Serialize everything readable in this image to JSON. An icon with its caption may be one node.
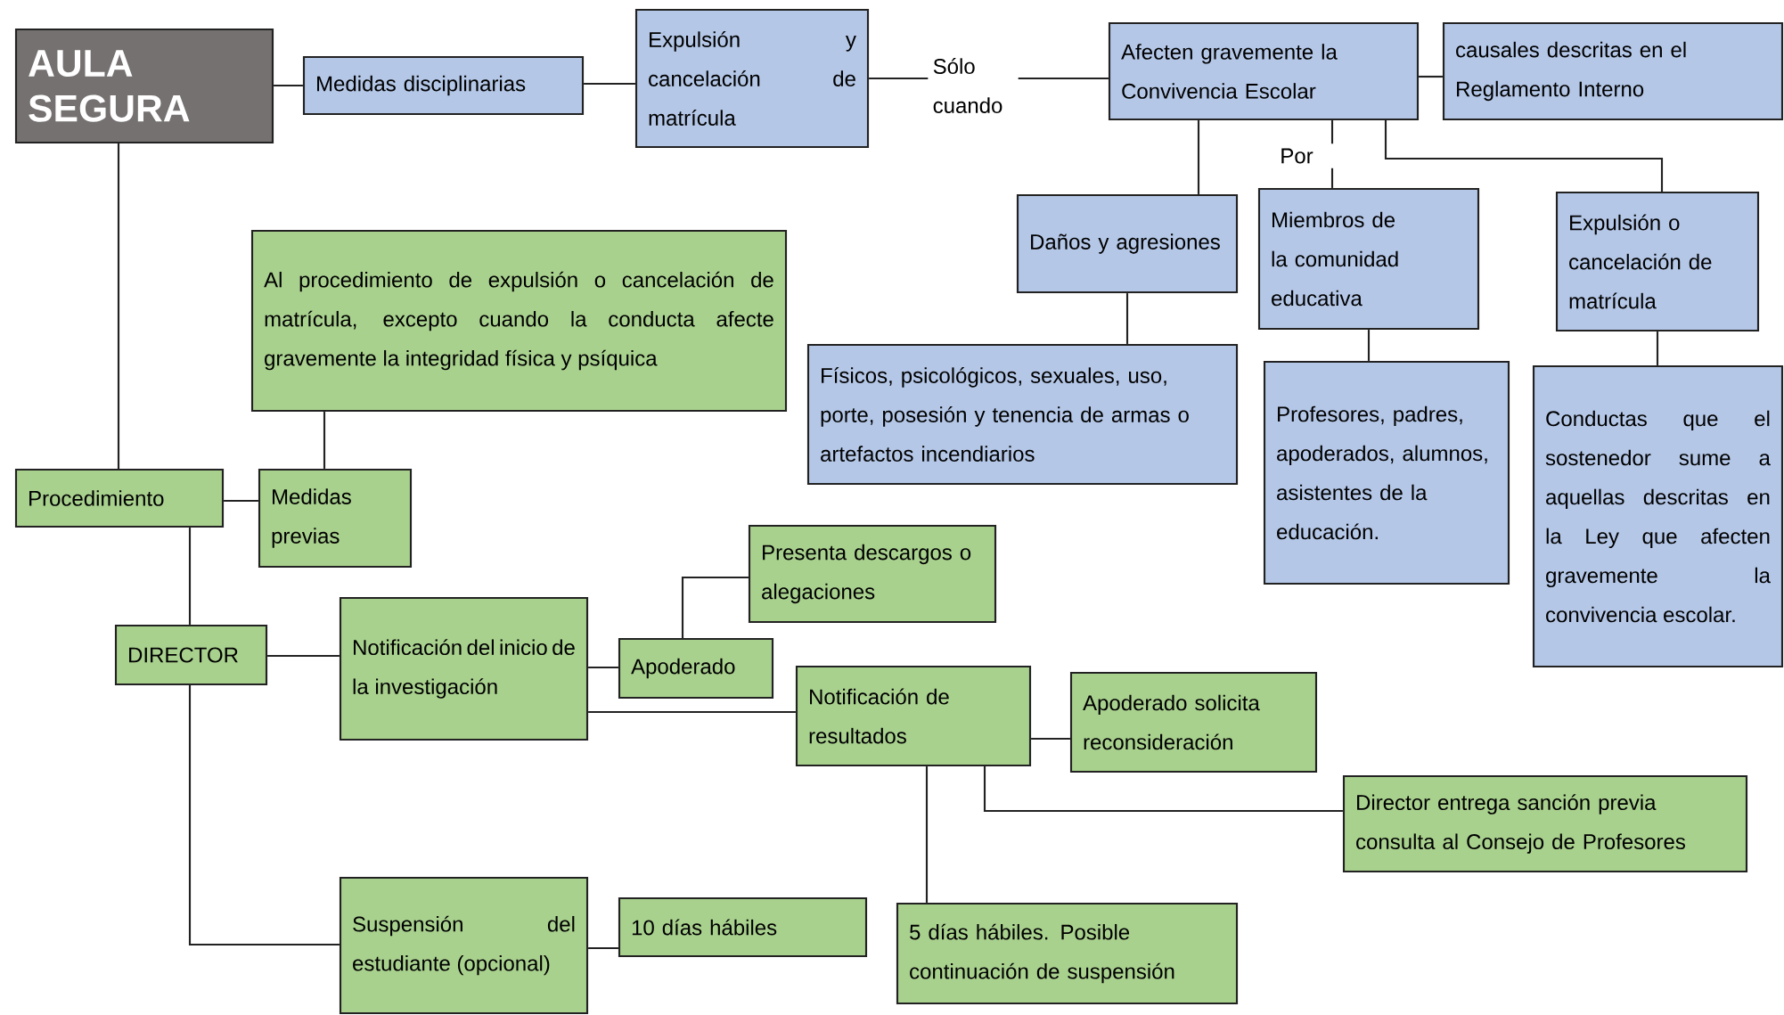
{
  "diagram": {
    "nodes": [
      {
        "text": [
          "AULA SEGURA"
        ]
      },
      {
        "text": [
          "Medidas disciplinarias"
        ]
      },
      {
        "text": [
          "Expulsión y cancelación de matrícula"
        ]
      },
      {
        "text": [
          "Afecten gravemente la Convivencia Escolar"
        ]
      },
      {
        "text": [
          "causales  descritas en el Reglamento Interno"
        ]
      },
      {
        "text": [
          "Daños y agresiones"
        ]
      },
      {
        "text": [
          "Miembros de la comunidad educativa"
        ]
      },
      {
        "text": [
          "Expulsión o cancelación de matrícula"
        ]
      },
      {
        "text": [
          "Físicos, psicológicos, sexuales, uso, porte, posesión y tenencia  de armas o artefactos incendiarios"
        ]
      },
      {
        "text": [
          "Profesores, padres, apoderados, alumnos, asistentes de la educación."
        ]
      },
      {
        "text": [
          "Conductas que el sostenedor sume a aquellas descritas en la Ley que afecten gravemente la convivencia escolar."
        ]
      },
      {
        "text": [
          "Al procedimiento de expulsión o cancelación de matrícula, excepto cuando la conducta afecte gravemente la integridad física y psíquica"
        ]
      },
      {
        "text": [
          "Procedimiento"
        ]
      },
      {
        "text": [
          "Medidas previas"
        ]
      },
      {
        "text": [
          "DIRECTOR"
        ]
      },
      {
        "text": [
          "Notificación del inicio de la investigación"
        ]
      },
      {
        "text": [
          "Apoderado"
        ]
      },
      {
        "text": [
          "Presenta descargos o alegaciones"
        ]
      },
      {
        "text": [
          "Notificación de resultados"
        ]
      },
      {
        "text": [
          "Apoderado solicita reconsideración"
        ]
      },
      {
        "text": [
          "Director entrega sanción previa consulta al Consejo de Profesores"
        ]
      },
      {
        "text": [
          "Suspensión del estudiante (opcional)"
        ]
      },
      {
        "text": [
          "10 días hábiles"
        ]
      },
      {
        "text": [
          "5 días hábiles. Posible continuación de suspensión"
        ]
      }
    ],
    "edges": [
      {
        "from": 0,
        "to": 1,
        "arrow": "none"
      },
      {
        "from": 1,
        "to": 2,
        "arrow": "none"
      },
      {
        "from": 2,
        "to": 3,
        "arrow": "none",
        "label": "Sólo cuando"
      },
      {
        "from": 3,
        "to": 4,
        "arrow": "none"
      },
      {
        "from": 3,
        "to": 5,
        "arrow": "none"
      },
      {
        "from": 3,
        "to": 6,
        "arrow": "none",
        "label": "Por"
      },
      {
        "from": 3,
        "to": 7,
        "arrow": "none"
      },
      {
        "from": 5,
        "to": 8,
        "arrow": "none"
      },
      {
        "from": 6,
        "to": 9,
        "arrow": "none"
      },
      {
        "from": 7,
        "to": 10,
        "arrow": "none"
      },
      {
        "from": 0,
        "to": 12,
        "arrow": "none"
      },
      {
        "from": 12,
        "to": 13,
        "arrow": "none"
      },
      {
        "from": 13,
        "to": 11,
        "arrow": "none"
      },
      {
        "from": 12,
        "to": 14,
        "arrow": "none"
      },
      {
        "from": 14,
        "to": 15,
        "arrow": "none"
      },
      {
        "from": 15,
        "to": 16,
        "arrow": "none"
      },
      {
        "from": 16,
        "to": 17,
        "arrow": "none"
      },
      {
        "from": 15,
        "to": 18,
        "arrow": "none"
      },
      {
        "from": 18,
        "to": 19,
        "arrow": "none"
      },
      {
        "from": 18,
        "to": 20,
        "arrow": "none"
      },
      {
        "from": 18,
        "to": 23,
        "arrow": "none"
      },
      {
        "from": 14,
        "to": 21,
        "arrow": "none"
      },
      {
        "from": 21,
        "to": 22,
        "arrow": "none"
      }
    ]
  }
}
